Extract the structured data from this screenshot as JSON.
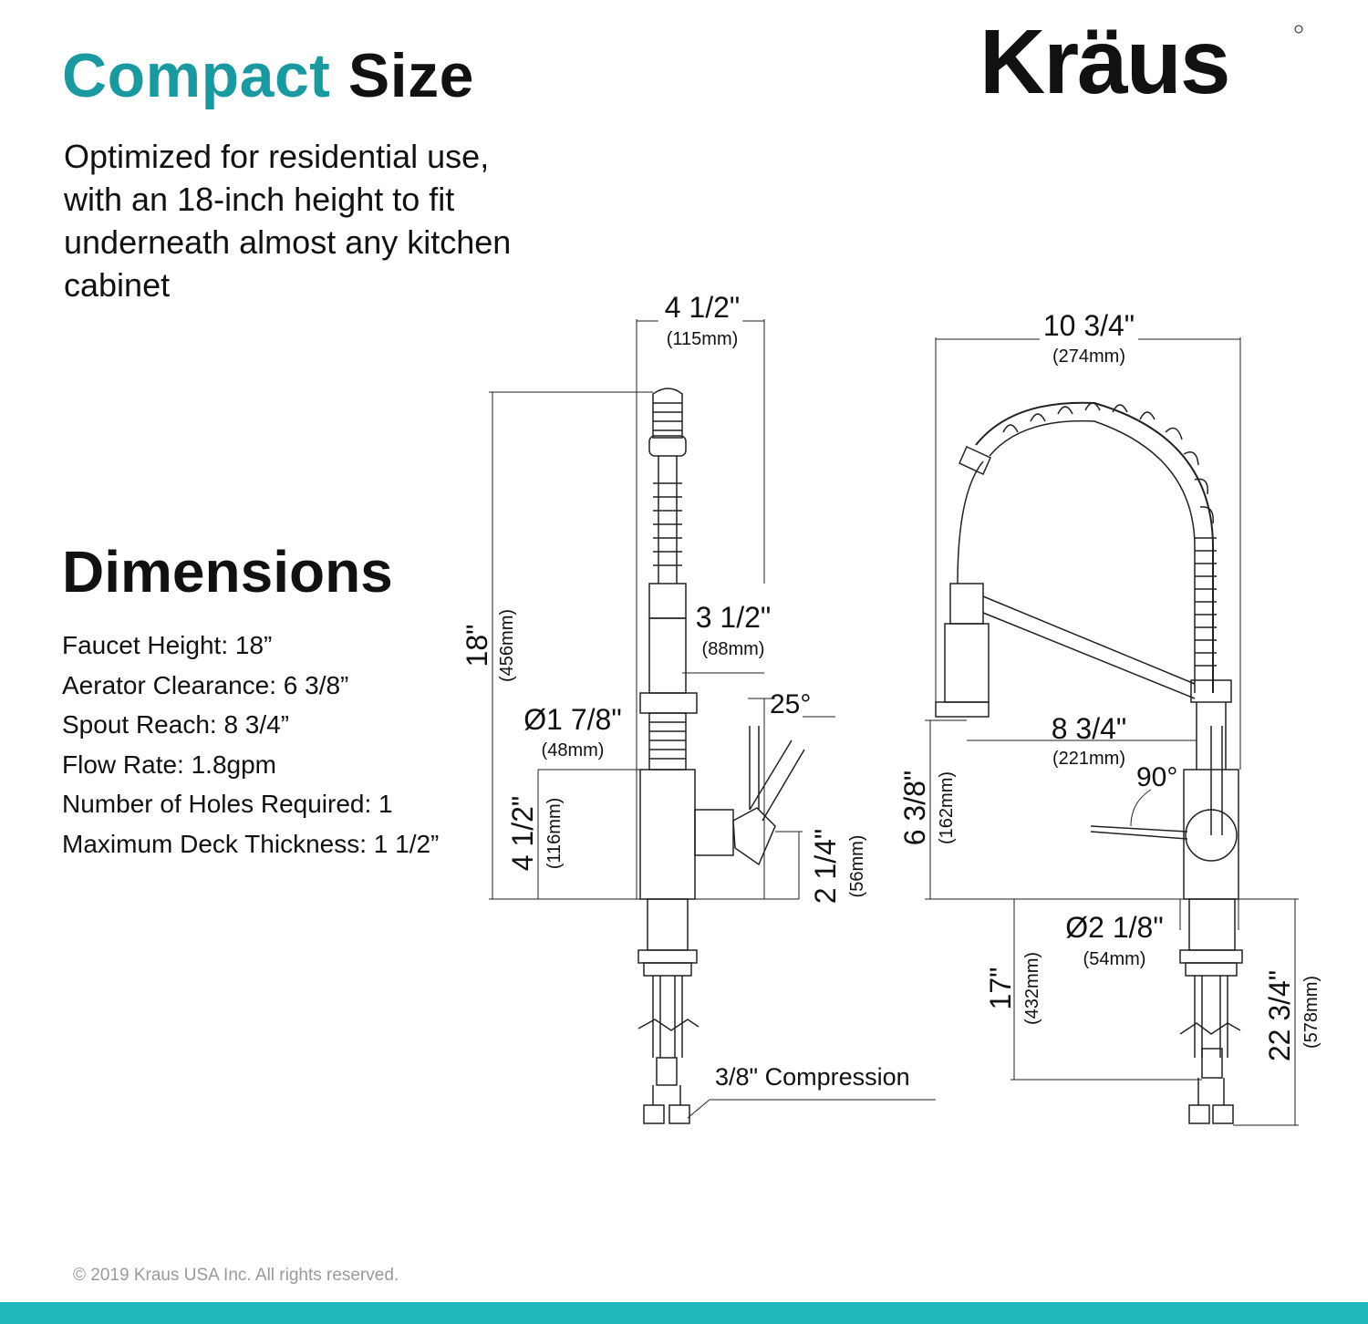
{
  "brand": {
    "name": "Kraus",
    "accent_color": "#1a9aa0",
    "footer_color": "#1fb8bd"
  },
  "header": {
    "title_accent": "Compact",
    "title_rest": "Size"
  },
  "intro": "Optimized for residential use, with an 18-inch height to fit underneath almost any kitchen cabinet",
  "dimensions": {
    "heading": "Dimensions",
    "specs": [
      "Faucet Height: 18”",
      "Aerator Clearance: 6 3/8”",
      "Spout Reach: 8 3/4”",
      "Flow Rate: 1.8gpm",
      "Number of Holes Required: 1",
      "Maximum Deck Thickness: 1 1/2”"
    ]
  },
  "side_view": {
    "top_width": "4 1/2\"",
    "top_width_mm": "(115mm)",
    "height": "18\"",
    "height_mm": "(456mm)",
    "handle_reach": "3 1/2\"",
    "handle_reach_mm": "(88mm)",
    "handle_angle": "25°",
    "base_diameter": "Ø1 7/8\"",
    "base_diameter_mm": "(48mm)",
    "body_height": "4 1/2\"",
    "body_height_mm": "(116mm)",
    "handle_height": "2 1/4\"",
    "handle_height_mm": "(56mm)",
    "connection": "3/8\" Compression"
  },
  "front_view": {
    "overall_width": "10 3/4\"",
    "overall_width_mm": "(274mm)",
    "spout_reach": "8 3/4\"",
    "spout_reach_mm": "(221mm)",
    "handle_angle": "90°",
    "clearance": "6 3/8\"",
    "clearance_mm": "(162mm)",
    "deck_diameter": "Ø2 1/8\"",
    "deck_diameter_mm": "(54mm)",
    "hose_length": "17\"",
    "hose_length_mm": "(432mm)",
    "below_deck": "22 3/4\"",
    "below_deck_mm": "(578mm)"
  },
  "footer": {
    "copyright": "© 2019 Kraus USA Inc. All rights reserved."
  }
}
